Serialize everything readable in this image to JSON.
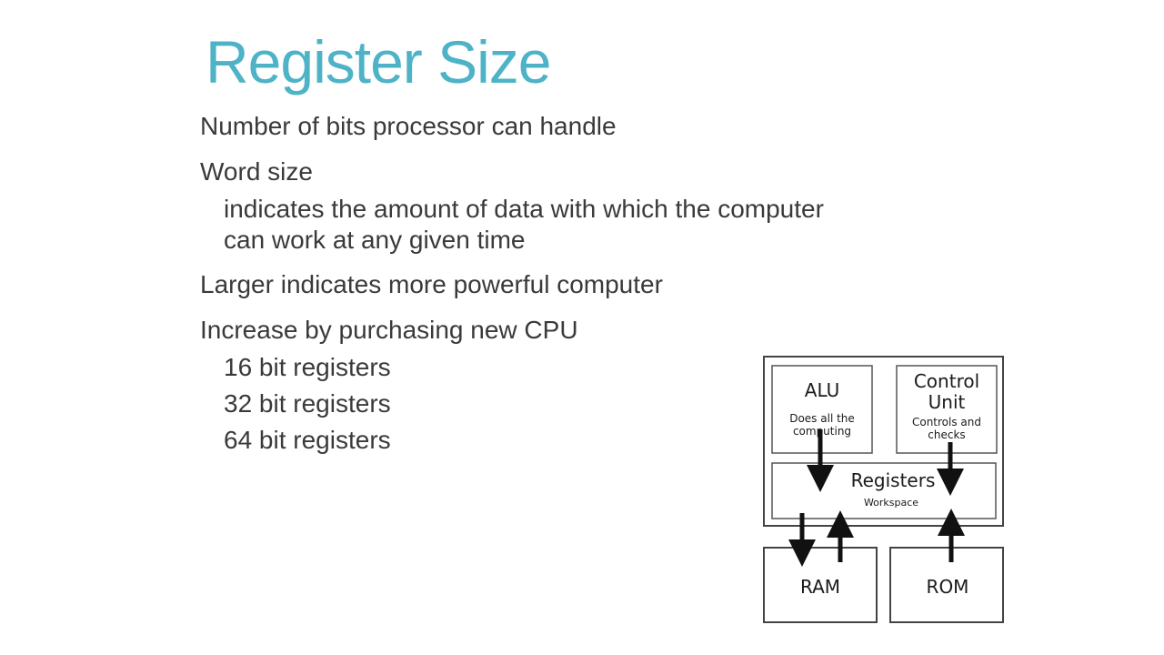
{
  "slide": {
    "title": "Register Size",
    "bullets": [
      {
        "text": "Number of bits processor can handle",
        "level": 1
      },
      {
        "text": "Word size",
        "level": 1
      },
      {
        "text": "indicates the amount of data with which the computer",
        "level": 2
      },
      {
        "text": "can work at any given time",
        "level": 2
      },
      {
        "text": "Larger indicates more powerful computer",
        "level": 1
      },
      {
        "text": "Increase by purchasing new CPU",
        "level": 1
      },
      {
        "text": "16 bit registers",
        "level": 2
      },
      {
        "text": "32 bit registers",
        "level": 2
      },
      {
        "text": "64 bit registers",
        "level": 2
      }
    ],
    "title_color": "#4fb3c7"
  },
  "diagram": {
    "alu": {
      "title": "ALU",
      "subtitle_1": "Does all the",
      "subtitle_2": "computing"
    },
    "control_unit": {
      "title_1": "Control",
      "title_2": "Unit",
      "subtitle_1": "Controls and",
      "subtitle_2": "checks"
    },
    "registers": {
      "title": "Registers",
      "subtitle": "Workspace"
    },
    "ram": {
      "title": "RAM"
    },
    "rom": {
      "title": "ROM"
    }
  }
}
